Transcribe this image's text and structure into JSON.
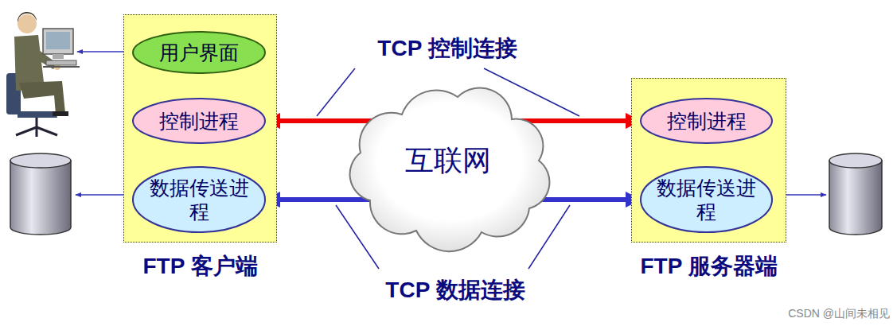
{
  "diagram": {
    "nodes": [
      {
        "text": [
          "FTP 客户端"
        ]
      },
      {
        "text": [
          "用户界面"
        ],
        "in": 0
      },
      {
        "text": [
          "控制进程"
        ],
        "in": 0
      },
      {
        "text": [
          "数据传送进程"
        ],
        "in": 0
      },
      {
        "text": [
          "互联网"
        ]
      },
      {
        "text": [
          "FTP 服务器端"
        ]
      },
      {
        "text": [
          "控制进程"
        ],
        "in": 5
      },
      {
        "text": [
          "数据传送进程"
        ],
        "in": 5
      }
    ],
    "edges": [
      {
        "from": 2,
        "to": 6,
        "arrow": "both"
      },
      {
        "from": 3,
        "to": 7,
        "arrow": "both"
      },
      {
        "from": 2,
        "to": 3,
        "arrow": "none"
      },
      {
        "from": 6,
        "to": 7,
        "arrow": "none"
      }
    ],
    "labels": [
      "TCP 控制连接",
      "TCP 数据连接",
      "CSDN @山间未相见"
    ]
  }
}
